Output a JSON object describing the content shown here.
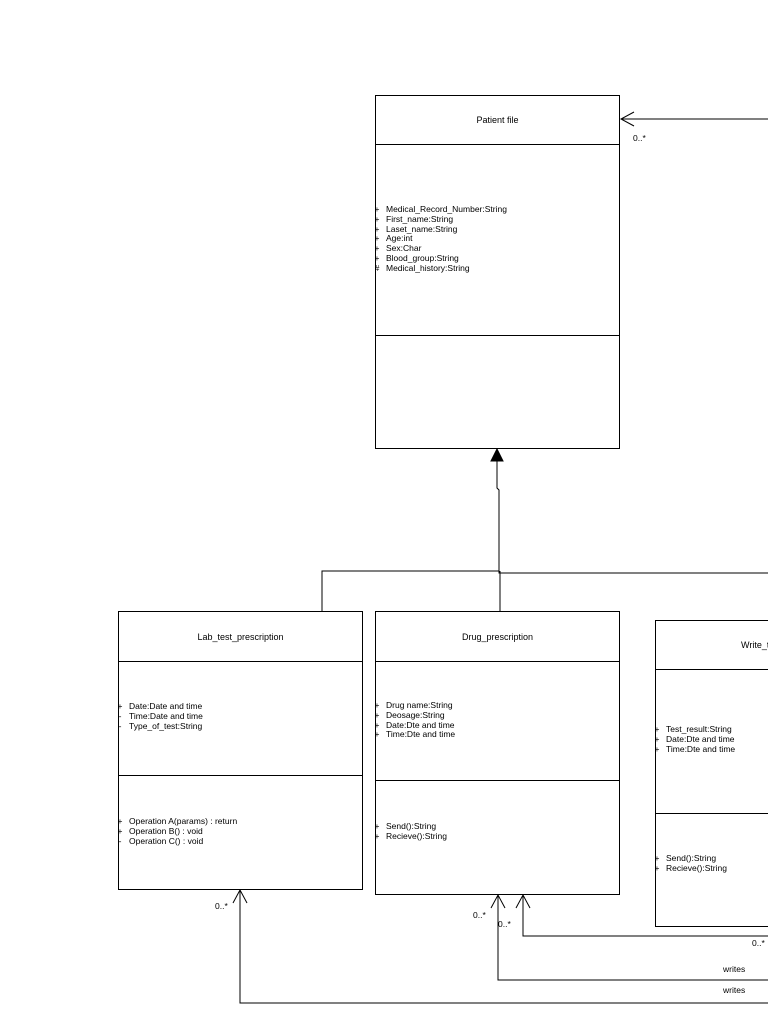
{
  "classes": {
    "patient_file": {
      "name": "Patient file",
      "attributes": [
        {
          "vis": "+",
          "text": "Medical_Record_Number:String"
        },
        {
          "vis": "+",
          "text": "First_name:String"
        },
        {
          "vis": "+",
          "text": "Laset_name:String"
        },
        {
          "vis": "+",
          "text": "Age:int"
        },
        {
          "vis": "+",
          "text": "Sex:Char"
        },
        {
          "vis": "+",
          "text": "Blood_group:String"
        },
        {
          "vis": "#",
          "text": "Medical_history:String"
        }
      ],
      "operations": []
    },
    "lab_test_prescription": {
      "name": "Lab_test_prescription",
      "attributes": [
        {
          "vis": "+",
          "text": "Date:Date and time"
        },
        {
          "vis": "-",
          "text": "Time:Date and time"
        },
        {
          "vis": "-",
          "text": "Type_of_test:String"
        }
      ],
      "operations": [
        {
          "vis": "+",
          "text": "Operation A(params) : return"
        },
        {
          "vis": "+",
          "text": "Operation B() : void"
        },
        {
          "vis": "-",
          "text": "Operation C() : void"
        }
      ]
    },
    "drug_prescription": {
      "name": "Drug_prescription",
      "attributes": [
        {
          "vis": "+",
          "text": "Drug name:String"
        },
        {
          "vis": "+",
          "text": "Deosage:String"
        },
        {
          "vis": "+",
          "text": "Date:Dte and time"
        },
        {
          "vis": "+",
          "text": "Time:Dte and time"
        }
      ],
      "operations": [
        {
          "vis": "+",
          "text": "Send():String"
        },
        {
          "vis": "+",
          "text": "Recieve():String"
        }
      ]
    },
    "write_test": {
      "name": "Write_t",
      "attributes": [
        {
          "vis": "+",
          "text": "Test_result:String"
        },
        {
          "vis": "+",
          "text": "Date:Dte and time"
        },
        {
          "vis": "+",
          "text": "Time:Dte and time"
        }
      ],
      "operations": [
        {
          "vis": "+",
          "text": "Send():String"
        },
        {
          "vis": "+",
          "text": "Recieve():String"
        }
      ]
    }
  },
  "labels": {
    "mult_patient": "0..*",
    "mult_lab": "0..*",
    "mult_drug_left": "0..*",
    "mult_drug_right": "0..*",
    "mult_write": "0..*",
    "writes_upper": "writes",
    "writes_lower": "writes"
  },
  "colors": {
    "line": "#000000",
    "background": "#ffffff"
  }
}
